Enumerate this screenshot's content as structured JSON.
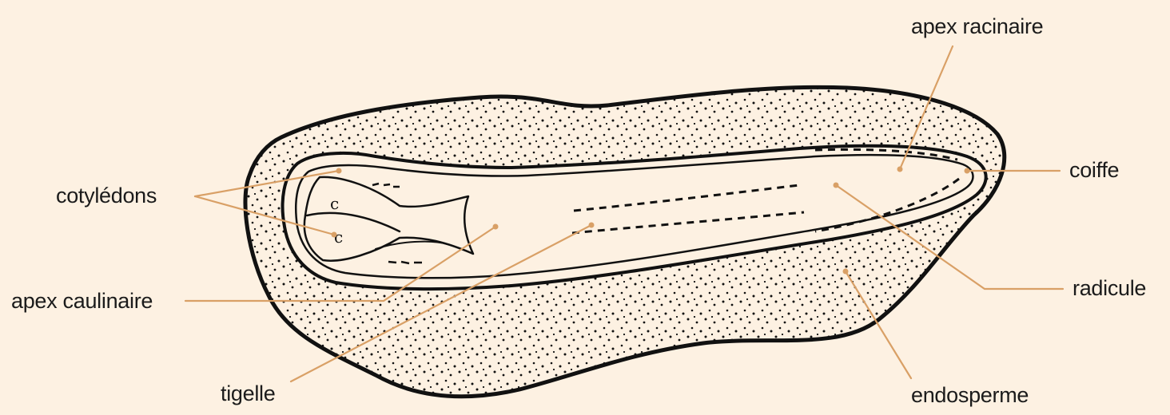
{
  "labels": {
    "apex_racinaire": "apex racinaire",
    "cotyledons": "cotylédons",
    "coiffe": "coiffe",
    "apex_caulinaire": "apex caulinaire",
    "radicule": "radicule",
    "tigelle": "tigelle",
    "endosperme": "endosperme"
  },
  "colors": {
    "background": "#fdf1e2",
    "leader": "#d9a066",
    "outline": "#111111"
  }
}
